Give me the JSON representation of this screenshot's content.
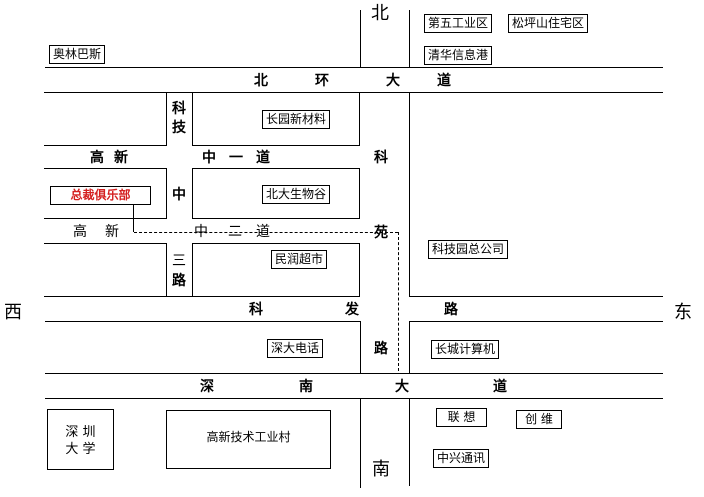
{
  "directions": {
    "north": "北",
    "south": "南",
    "west": "西",
    "east": "东"
  },
  "roads": {
    "beihuan": [
      "北",
      "环",
      "大",
      "道"
    ],
    "zhongyi": [
      "高",
      "新",
      "中",
      "一",
      "道"
    ],
    "zhonger": [
      "高",
      "新",
      "中",
      "二",
      "道"
    ],
    "kejizhongsan": [
      "科",
      "技",
      "中",
      "三",
      "路"
    ],
    "keyuan": [
      "科",
      "苑",
      "路"
    ],
    "kefa": [
      "科",
      "发",
      "路"
    ],
    "shennan": [
      "深",
      "南",
      "大",
      "道"
    ]
  },
  "places": {
    "aolinbasi": "奥林巴斯",
    "diwu": "第五工业区",
    "songping": "松坪山住宅区",
    "qinghua": "清华信息港",
    "changyuan": "长园新材料",
    "beida": "北大生物谷",
    "minrun": "民润超市",
    "shenda_phone": "深大电话",
    "kejiyuan": "科技园总公司",
    "changcheng": "长城计算机",
    "club": "总裁俱乐部",
    "lenovo": "联 想",
    "skyworth": "创 维",
    "zte": "中兴通讯",
    "szu_line1": "深 圳",
    "szu_line2": "大 学",
    "gaoxin_village": "高新技术工业村"
  },
  "colors": {
    "highlight": "#d42020"
  }
}
